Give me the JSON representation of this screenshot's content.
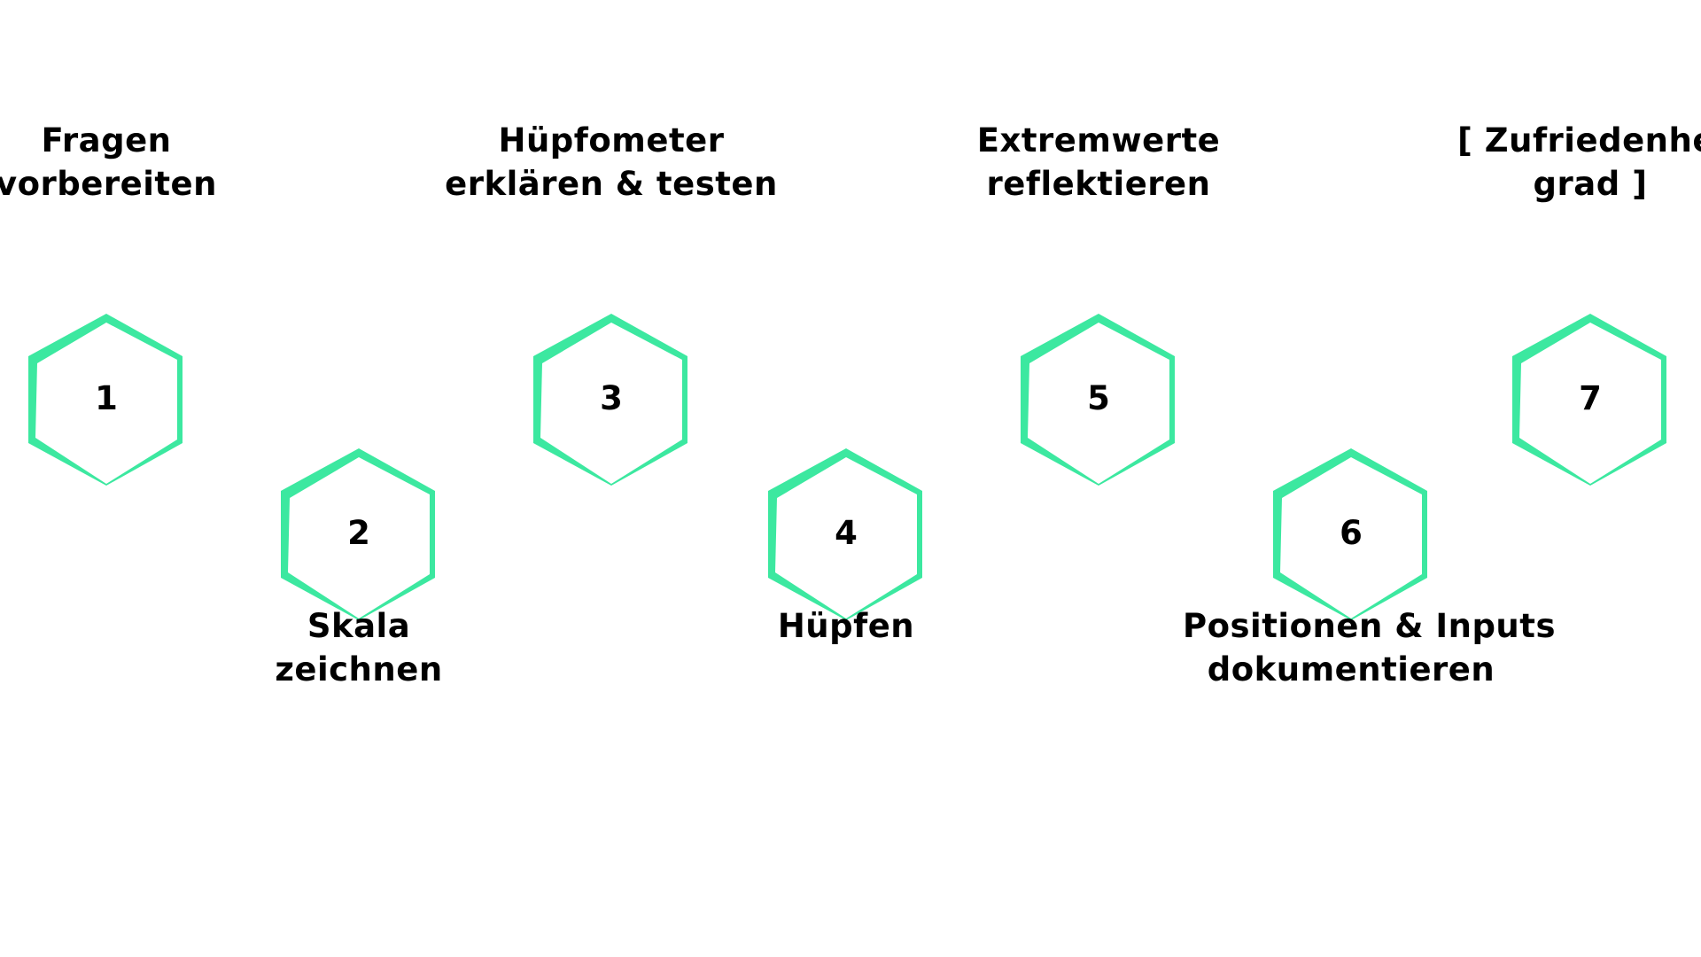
{
  "colors": {
    "accent": "#3ce8a0",
    "accent_light": "#5ef0b6",
    "text": "#000000",
    "background": "#ffffff"
  },
  "steps": [
    {
      "number": "1",
      "label_lines": [
        "Fragen",
        "vorbereiten"
      ],
      "label_side": "above"
    },
    {
      "number": "2",
      "label_lines": [
        "Skala",
        "zeichnen"
      ],
      "label_side": "below"
    },
    {
      "number": "3",
      "label_lines": [
        "Hüpfometer",
        "erklären & testen"
      ],
      "label_side": "above"
    },
    {
      "number": "4",
      "label_lines": [
        "Hüpfen"
      ],
      "label_side": "below"
    },
    {
      "number": "5",
      "label_lines": [
        "Extremwerte",
        "reflektieren"
      ],
      "label_side": "above"
    },
    {
      "number": "6",
      "label_lines": [
        "Positionen & Inputs",
        "dokumentieren"
      ],
      "label_side": "below"
    },
    {
      "number": "7",
      "label_lines": [
        "[ Zufriedenheits-",
        "grad ]"
      ],
      "label_side": "above"
    }
  ]
}
